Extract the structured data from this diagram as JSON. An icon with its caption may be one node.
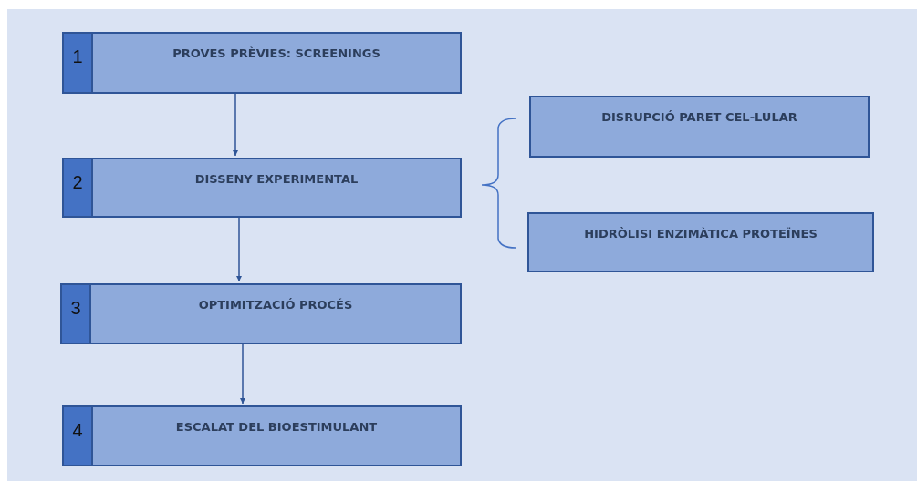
{
  "diagram": {
    "nodes": [
      {
        "text": [
          "1",
          "PROVES PRÈVIES: SCREENINGS"
        ]
      },
      {
        "text": [
          "2",
          "DISSENY EXPERIMENTAL"
        ]
      },
      {
        "text": [
          "3",
          "OPTIMITZACIÓ PROCÉS"
        ]
      },
      {
        "text": [
          "4",
          "ESCALAT DEL BIOESTIMULANT"
        ]
      },
      {
        "text": [
          "DISRUPCIÓ PARET CEL-LULAR"
        ]
      },
      {
        "text": [
          "HIDRÒLISI ENZIMÀTICA PROTEÏNES"
        ]
      }
    ],
    "edges": [
      {
        "from": 0,
        "to": 1,
        "arrow": "to"
      },
      {
        "from": 1,
        "to": 2,
        "arrow": "to"
      },
      {
        "from": 2,
        "to": 3,
        "arrow": "to"
      }
    ]
  }
}
